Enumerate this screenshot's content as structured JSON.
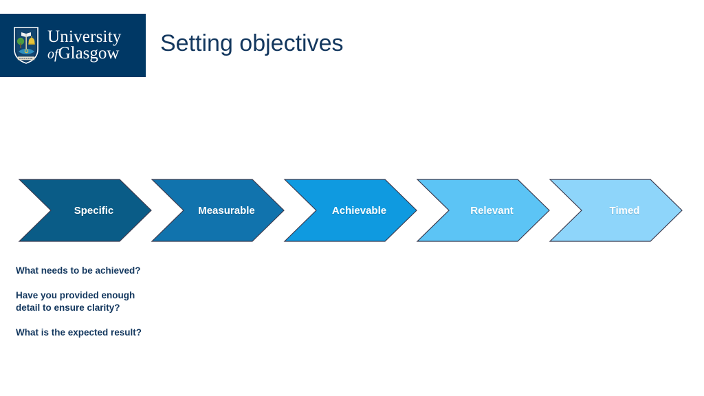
{
  "slide": {
    "title": "Setting objectives",
    "background_color": "#ffffff",
    "title_color": "#13375e"
  },
  "logo": {
    "name": "university-of-glasgow-logo",
    "banner_color": "#003865",
    "line1": "University",
    "line2_italic": "of",
    "line2_rest": "Glasgow",
    "crest_icon": "shield-crest-icon"
  },
  "chevrons": [
    {
      "label": "Specific",
      "color": "#0a5c87",
      "text_color": "#ffffff"
    },
    {
      "label": "Measurable",
      "color": "#1173ad",
      "text_color": "#ffffff"
    },
    {
      "label": "Achievable",
      "color": "#0f9ae0",
      "text_color": "#ffffff"
    },
    {
      "label": "Relevant",
      "color": "#5cc4f5",
      "text_color": "#ffffff"
    },
    {
      "label": "Timed",
      "color": "#8ed5fa",
      "text_color": "#ffffff"
    }
  ],
  "questions": [
    {
      "lines": [
        "What needs to be achieved?"
      ]
    },
    {
      "lines": [
        "Have you provided enough",
        "detail to ensure clarity?"
      ]
    },
    {
      "lines": [
        "What is the expected result?"
      ]
    }
  ]
}
